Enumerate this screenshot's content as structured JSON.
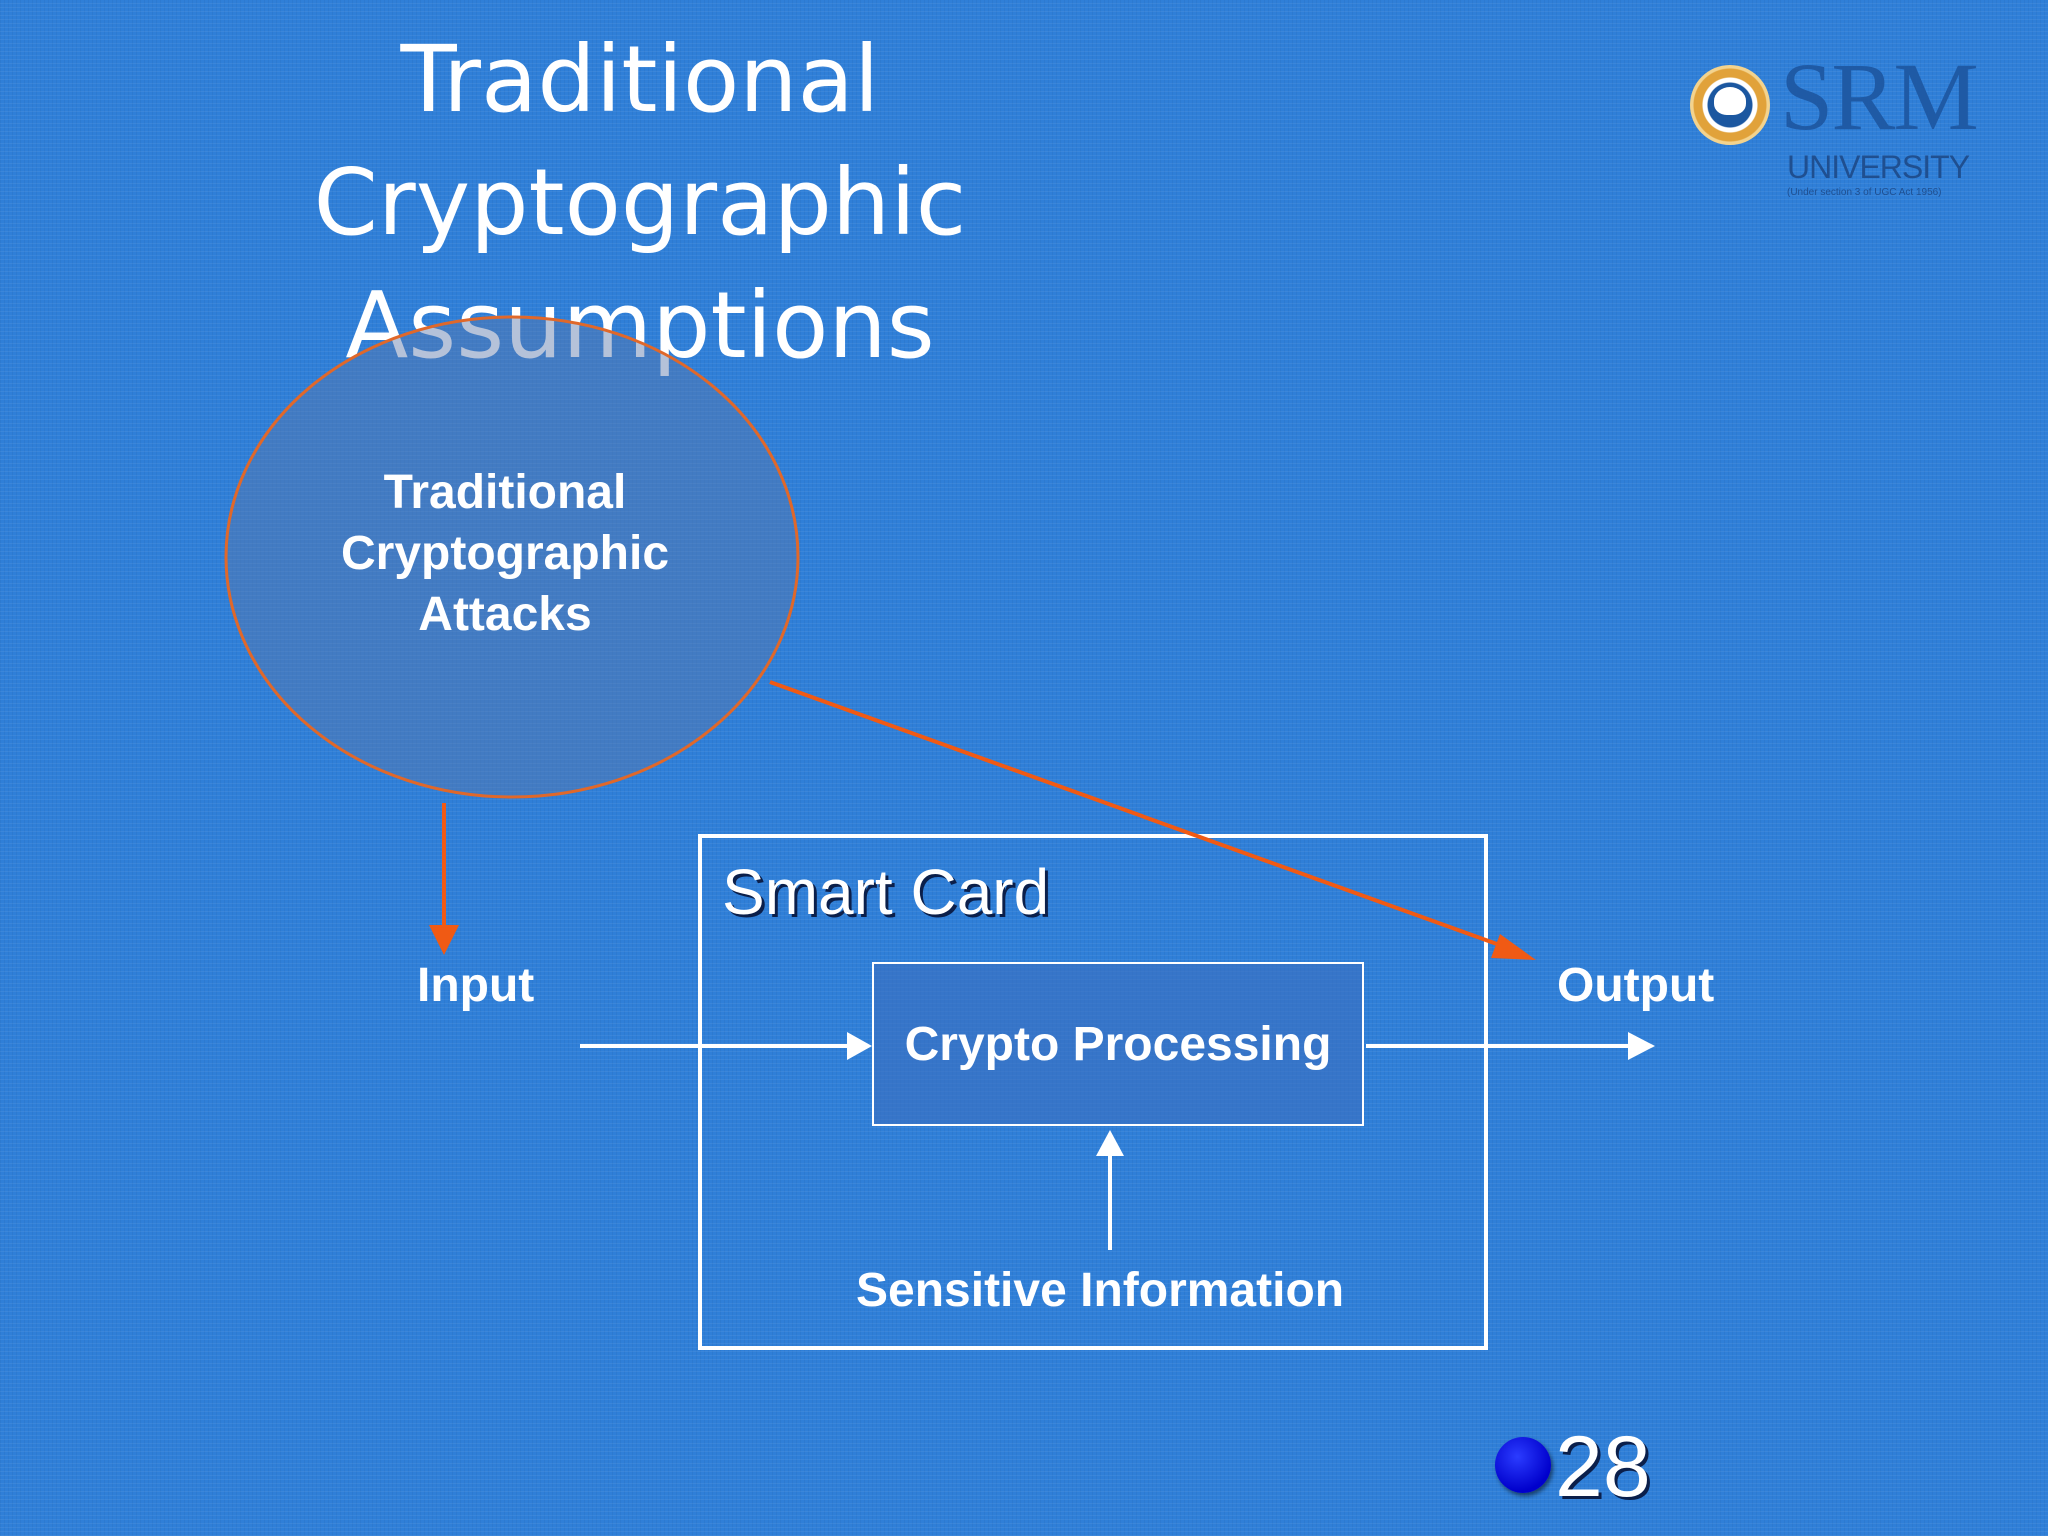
{
  "slide": {
    "title_lines": [
      "Traditional",
      "Cryptographic",
      "Assumptions"
    ],
    "page_number": "28"
  },
  "logo": {
    "name": "SRM",
    "subtitle": "UNIVERSITY",
    "tagline": "(Under section 3 of UGC Act 1956)"
  },
  "diagram": {
    "attacks_lines": [
      "Traditional",
      "Cryptographic",
      "Attacks"
    ],
    "smart_card": "Smart Card",
    "input": "Input",
    "output": "Output",
    "crypto_processing": "Crypto Processing",
    "sensitive_information": "Sensitive Information"
  },
  "colors": {
    "background": "#2f7fd8",
    "attack_arrow": "#f05a14",
    "flow_arrow": "#ffffff",
    "bullet": "#0000dd"
  }
}
